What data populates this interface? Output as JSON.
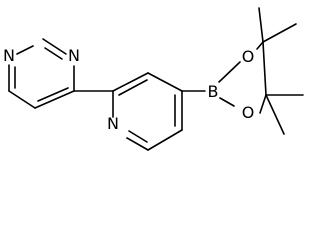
{
  "molecule": {
    "atoms": {
      "pyrimidine_n3": "N",
      "pyrimidine_n1": "N",
      "pyridine_n": "N",
      "boron": "B",
      "oxygen_top": "O",
      "oxygen_bottom": "O"
    }
  }
}
